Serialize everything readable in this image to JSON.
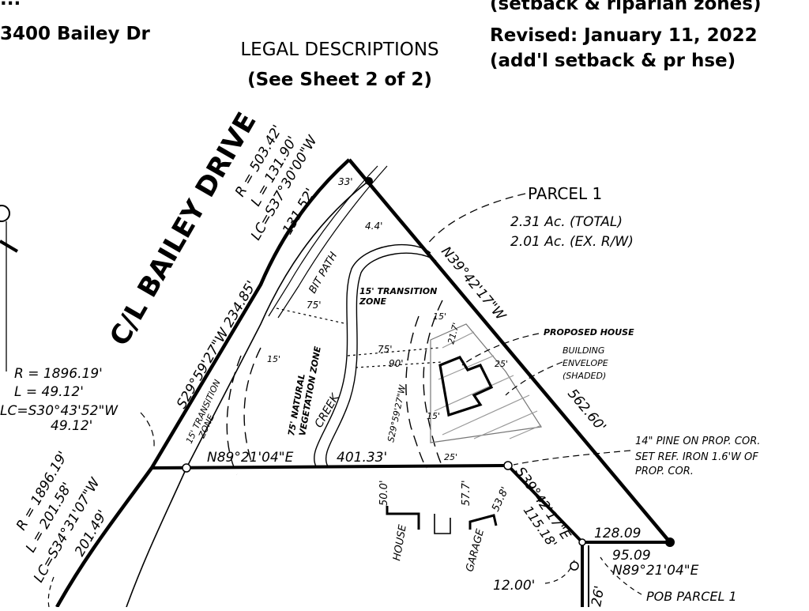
{
  "header": {
    "top_left_fragment": "...",
    "address": "3400 Bailey Dr",
    "legal_title": "LEGAL DESCRIPTIONS",
    "legal_subtitle": "(See Sheet 2 of 2)",
    "rev_top_fragment": "(setback & riparian zones)",
    "revised": "Revised:  January 11, 2022",
    "revised_note": "(add'l setback & pr hse)"
  },
  "road": {
    "name": "C/L BAILEY DRIVE",
    "curve_top": {
      "r": "R = 503.42'",
      "l": "L = 131.90'",
      "lc": "LC=S37°30'00\"W",
      "chord": "131.52'"
    },
    "tangent": "S29°59'27\"W  234.85'",
    "curve_mid": {
      "r": "R = 1896.19'",
      "l": "L = 49.12'",
      "lc": "LC=S30°43'52\"W",
      "chord": "49.12'"
    },
    "curve_low": {
      "r": "R = 1896.19'",
      "l": "L = 201.58'",
      "lc": "LC=S34°31'07\"W",
      "chord": "201.49'"
    }
  },
  "parcel": {
    "name": "PARCEL 1",
    "area_total": "2.31 Ac. (TOTAL)",
    "area_ex_rw": "2.01 Ac. (EX. R/W)",
    "bearing_ne": "N39°42'17\"W",
    "dist_ne": "562.60'",
    "bearing_south": "N89°21'04\"E",
    "dist_south": "401.33'",
    "dist_128": "128.09",
    "dist_95": "95.09",
    "bearing_95": "N89°21'04\"E",
    "bearing_se": "S39°42'17\"E",
    "dist_se": "115.18'",
    "dist_12": "12.00'",
    "dist_26": "26'",
    "pob": "POB PARCEL 1"
  },
  "features": {
    "proposed_house": "PROPOSED HOUSE",
    "building_envelope_1": "BUILDING",
    "building_envelope_2": "ENVELOPE",
    "building_envelope_3": "(SHADED)",
    "transition_zone_1": "15' TRANSITION",
    "transition_zone_2": "ZONE",
    "natural_zone_1": "75' NATURAL",
    "natural_zone_2": "VEGETATION ZONE",
    "bit_path": "BIT PATH",
    "creek": "CREEK",
    "interior_line": "S29°59'27\"W",
    "pine_note_1": "14\" PINE ON PROP. COR.",
    "pine_note_2": "SET REF. IRON 1.6'W OF",
    "pine_note_3": "PROP. COR.",
    "house": "HOUSE",
    "garage": "GARAGE",
    "dim_50": "50.0'",
    "dim_57": "57.7'",
    "dim_53": "53.8'",
    "dim_75a": "75'",
    "dim_75b": "75'",
    "dim_90": "90'",
    "dim_33": "33'",
    "dim_44": "4.4'",
    "dim_15a": "15'",
    "dim_15b": "15'",
    "dim_15c": "15'",
    "dim_25a": "25'",
    "dim_25b": "25'",
    "dim_217": "21.7'"
  }
}
